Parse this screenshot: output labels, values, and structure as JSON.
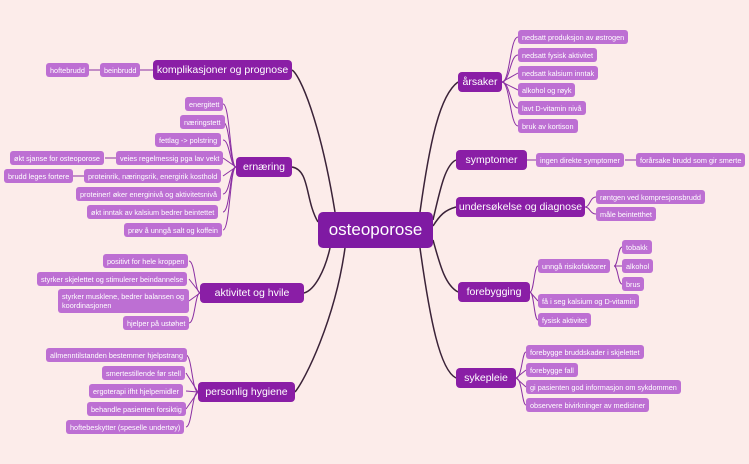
{
  "central": "osteoporose",
  "branches": {
    "komplikasjoner": {
      "label": "komplikasjoner og prognose",
      "beinbrudd": "beinbrudd",
      "hoftebrudd": "hoftebrudd"
    },
    "ernaering": {
      "label": "ernæring",
      "items": [
        "energitett",
        "næringstett",
        "fettlag -> polstring",
        "veies regelmessig pga lav vekt",
        "proteinrik, næringsrik, energirik kosthold",
        "proteiner! øker energinivå og aktivitetsnivå",
        "økt inntak av kalsium bedrer beintettet",
        "prøv å unngå salt og koffein"
      ],
      "sub_vekt": "økt sjanse for osteoporose",
      "sub_protein": "brudd leges fortere"
    },
    "aktivitet": {
      "label": "aktivitet og hvile",
      "items": [
        "positivt for hele kroppen",
        "styrker skjelettet og stimulerer beindannelse",
        "styrker musklene, bedrer balansen og koordinasjonen",
        "hjelper på ustøhet"
      ]
    },
    "hygiene": {
      "label": "personlig hygiene",
      "items": [
        "allmenntilstanden bestemmer hjelpstrang",
        "smertestillende før stell",
        "ergoterapi ifht hjelpemidler",
        "behandle pasienten forsiktig",
        "hoftebeskytter (speselle undertøy)"
      ]
    },
    "arsaker": {
      "label": "årsaker",
      "items": [
        "nedsatt produksjon av østrogen",
        "nedsatt fysisk aktivitet",
        "nedsatt kalsium inntak",
        "alkohol og røyk",
        "lavt D-vitamin nivå",
        "bruk av kortison"
      ]
    },
    "symptomer": {
      "label": "symptomer",
      "items": [
        "ingen direkte symptomer",
        "forårsake brudd som gir smerte"
      ]
    },
    "undersokelse": {
      "label": "undersøkelse og diagnose",
      "items": [
        "røntgen ved kompresjonsbrudd",
        "måle beintetthet"
      ]
    },
    "forebygging": {
      "label": "forebygging",
      "risiko": "unngå risikofaktorer",
      "risiko_items": [
        "tobakk",
        "alkohol",
        "brus"
      ],
      "items": [
        "få i seg kalsium og D-vitamin",
        "fysisk aktivitet"
      ]
    },
    "sykepleie": {
      "label": "sykepleie",
      "items": [
        "forebygge bruddskader i skjelettet",
        "forebygge fall",
        "gi pasienten god informasjon om sykdommen",
        "observere bivirkninger av medisiner"
      ]
    }
  },
  "colors": {
    "background": "#fcecea",
    "central": "#7f1aa3",
    "main": "#8a1ea6",
    "leaf": "#bd6fd3",
    "line_main": "#3a2238",
    "line_leaf": "#8a2fa3"
  }
}
